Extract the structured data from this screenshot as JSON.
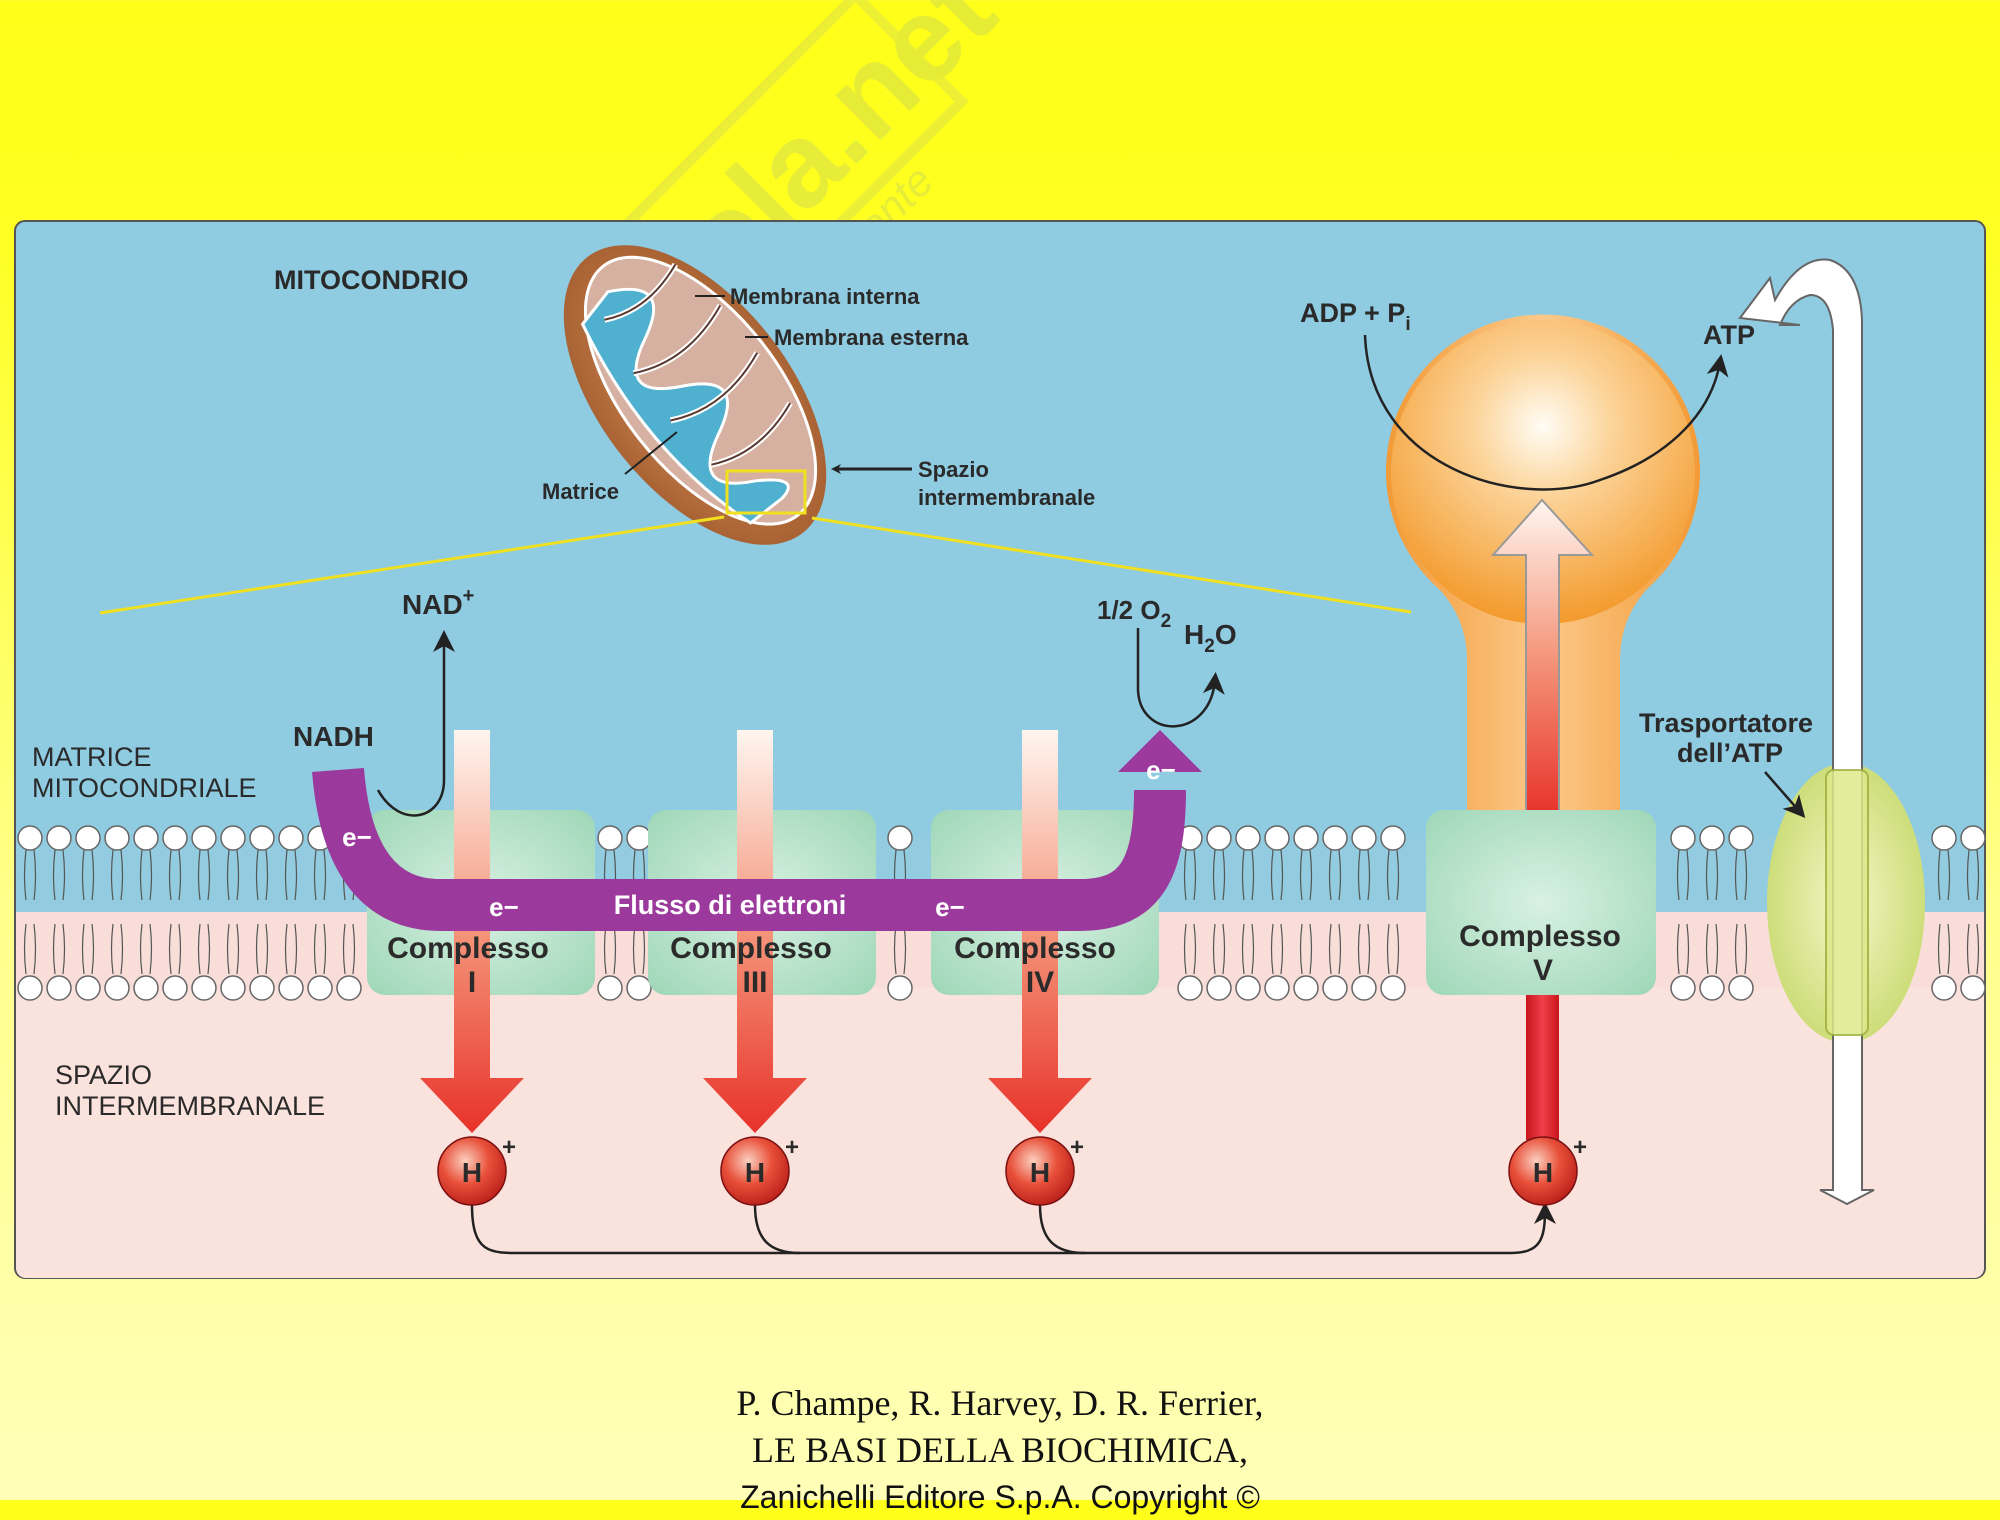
{
  "watermark": {
    "brand": "Skuola.net",
    "tagline": "dello studente"
  },
  "diagram": {
    "title": "MITOCONDRIO",
    "inset_labels": {
      "inner_membrane": "Membrana interna",
      "outer_membrane": "Membrana esterna",
      "intermembrane_space_1": "Spazio",
      "intermembrane_space_2": "intermembranale",
      "matrix": "Matrice"
    },
    "regions": {
      "matrix_1": "MATRICE",
      "matrix_2": "MITOCONDRIALE",
      "ims_1": "SPAZIO",
      "ims_2": "INTERMEMBRANALE"
    },
    "molecules": {
      "nadh": "NADH",
      "nad": "NAD",
      "nad_sup": "+",
      "o2_prefix": "1/2 O",
      "o2_sub": "2",
      "h2o_h": "H",
      "h2o_sub": "2",
      "h2o_o": "O",
      "adp": "ADP + P",
      "adp_sub": "i",
      "atp": "ATP"
    },
    "complexes": [
      {
        "word": "Complesso",
        "num": "I"
      },
      {
        "word": "Complesso",
        "num": "III"
      },
      {
        "word": "Complesso",
        "num": "IV"
      },
      {
        "word": "Complesso",
        "num": "V"
      }
    ],
    "electron": "e−",
    "electron_flow": "Flusso di elettroni",
    "proton": "H",
    "proton_charge": "+",
    "transporter_1": "Trasportatore",
    "transporter_2": "dell’ATP"
  },
  "footer": {
    "line1": "P. Champe, R. Harvey, D. R. Ferrier,",
    "line2": "LE BASI DELLA BIOCHIMICA,",
    "line3": "Zanichelli Editore S.p.A. Copyright ©"
  },
  "colors": {
    "matrix": "#8ecae0",
    "ims": "#fbe2dc",
    "electron_flow": "#9b3a9c",
    "complex": "#a9dcc0"
  }
}
